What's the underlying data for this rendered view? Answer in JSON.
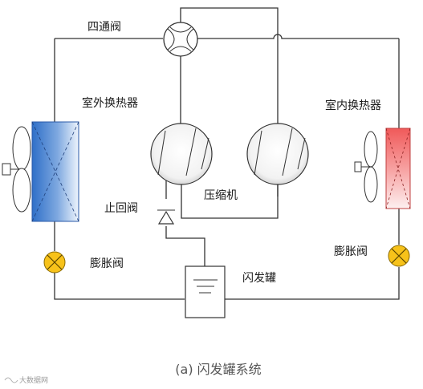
{
  "labels": {
    "four_way_valve": "四通阀",
    "outdoor_heat_exchanger": "室外换热器",
    "indoor_heat_exchanger": "室内换热器",
    "compressor": "压缩机",
    "check_valve": "止回阀",
    "expansion_valve_left": "膨胀阀",
    "expansion_valve_right": "膨胀阀",
    "flash_tank": "闪发罐"
  },
  "caption": "(a) 闪发罐系统",
  "watermark": "大数据网",
  "colors": {
    "outdoor_exchanger": "#3f7fd0",
    "indoor_exchanger": "#f07070",
    "expansion_valve_fill": "#f7c21a",
    "line": "#333333"
  },
  "icons": [
    "fan-icon",
    "four-way-valve-icon",
    "check-valve-icon",
    "compressor-icon",
    "expansion-valve-icon",
    "flash-tank-icon"
  ]
}
